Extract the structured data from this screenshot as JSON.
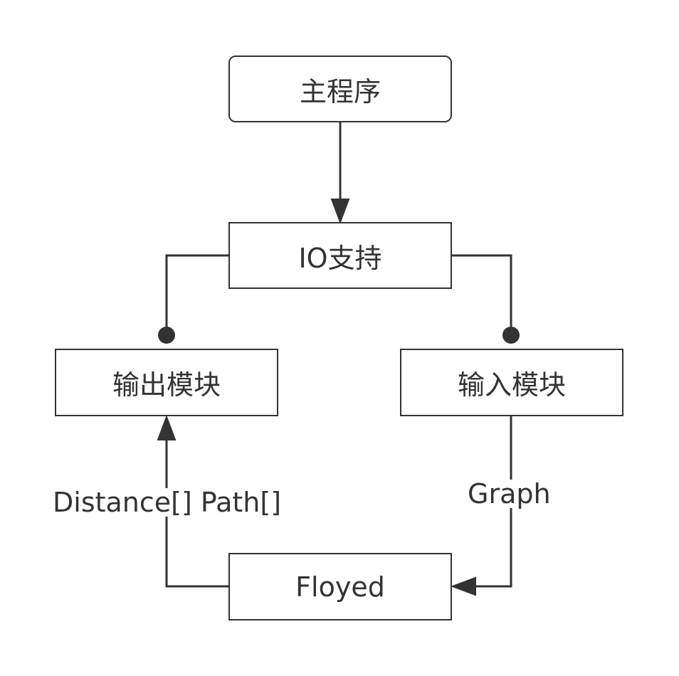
{
  "nodes": {
    "main": "主程序",
    "io": "IO支持",
    "output": "输出模块",
    "input": "输入模块",
    "floyed": "Floyed"
  },
  "edge_labels": {
    "output_data": "Distance[] Path[]",
    "input_data": "Graph"
  },
  "colors": {
    "stroke": "#333333",
    "background": "#ffffff"
  }
}
